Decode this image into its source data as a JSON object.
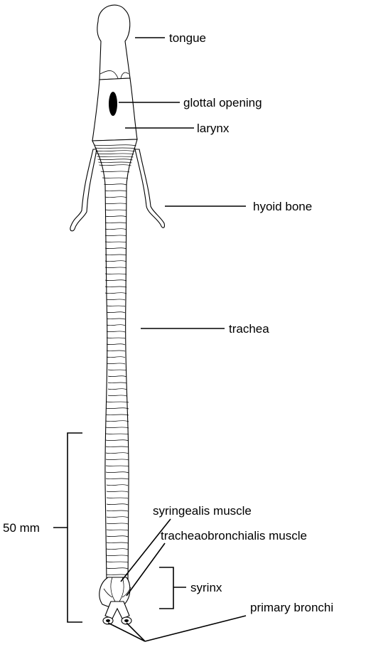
{
  "labels": {
    "tongue": "tongue",
    "glottal_opening": "glottal opening",
    "larynx": "larynx",
    "hyoid_bone": "hyoid bone",
    "trachea": "trachea",
    "syringealis_muscle": "syringealis muscle",
    "tracheaobronchialis_muscle": "tracheaobronchialis muscle",
    "syrinx": "syrinx",
    "primary_bronchi": "primary bronchi",
    "scale": "50 mm"
  }
}
